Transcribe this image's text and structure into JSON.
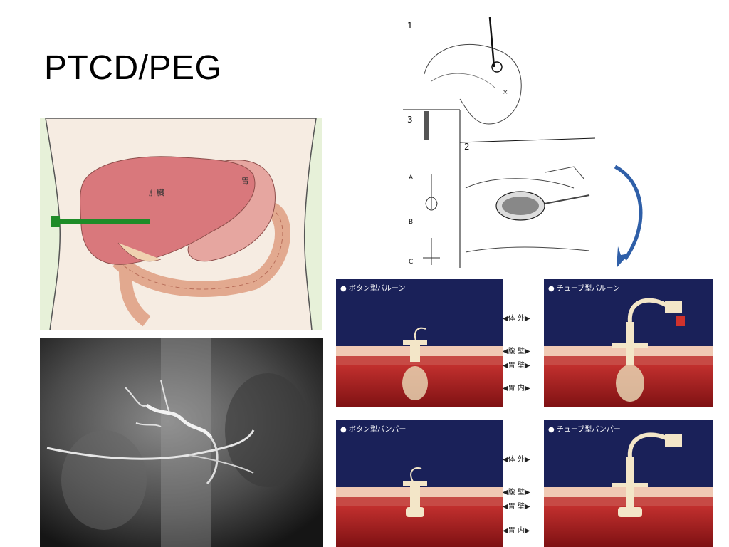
{
  "slide": {
    "title": "PTCD/PEG"
  },
  "liver_illustration": {
    "labels": {
      "liver": "肝臓",
      "stomach": "胃"
    },
    "colors": {
      "background": "#e7f1d9",
      "liver": "#d9787c",
      "stomach": "#e6a6a0",
      "tube": "#1e8c28"
    }
  },
  "xray": {
    "description_label": ""
  },
  "peg_line_drawing": {
    "step_numbers": [
      "1",
      "2",
      "3"
    ],
    "sub_labels": [
      "A",
      "B",
      "C"
    ]
  },
  "arrow": {
    "color": "#2f5fa8",
    "icon": "curved-arrow-icon"
  },
  "peg_types": {
    "panels": [
      {
        "label": "● ボタン型バルーン"
      },
      {
        "label": "● チューブ型バルーン"
      },
      {
        "label": "● ボタン型バンパー"
      },
      {
        "label": "● チューブ型バンパー"
      }
    ],
    "layer_labels_top": [
      "◀体 外▶",
      "◀腹 壁▶",
      "◀胃 壁▶",
      "◀胃 内▶"
    ],
    "layer_labels_bottom": [
      "◀体 外▶",
      "◀腹 壁▶",
      "◀胃 壁▶",
      "◀胃 内▶"
    ],
    "colors": {
      "sky": "#1a2159",
      "skin": "#f0c9b4",
      "wall": "#c74a45",
      "lumen": "#a51c1f"
    }
  }
}
